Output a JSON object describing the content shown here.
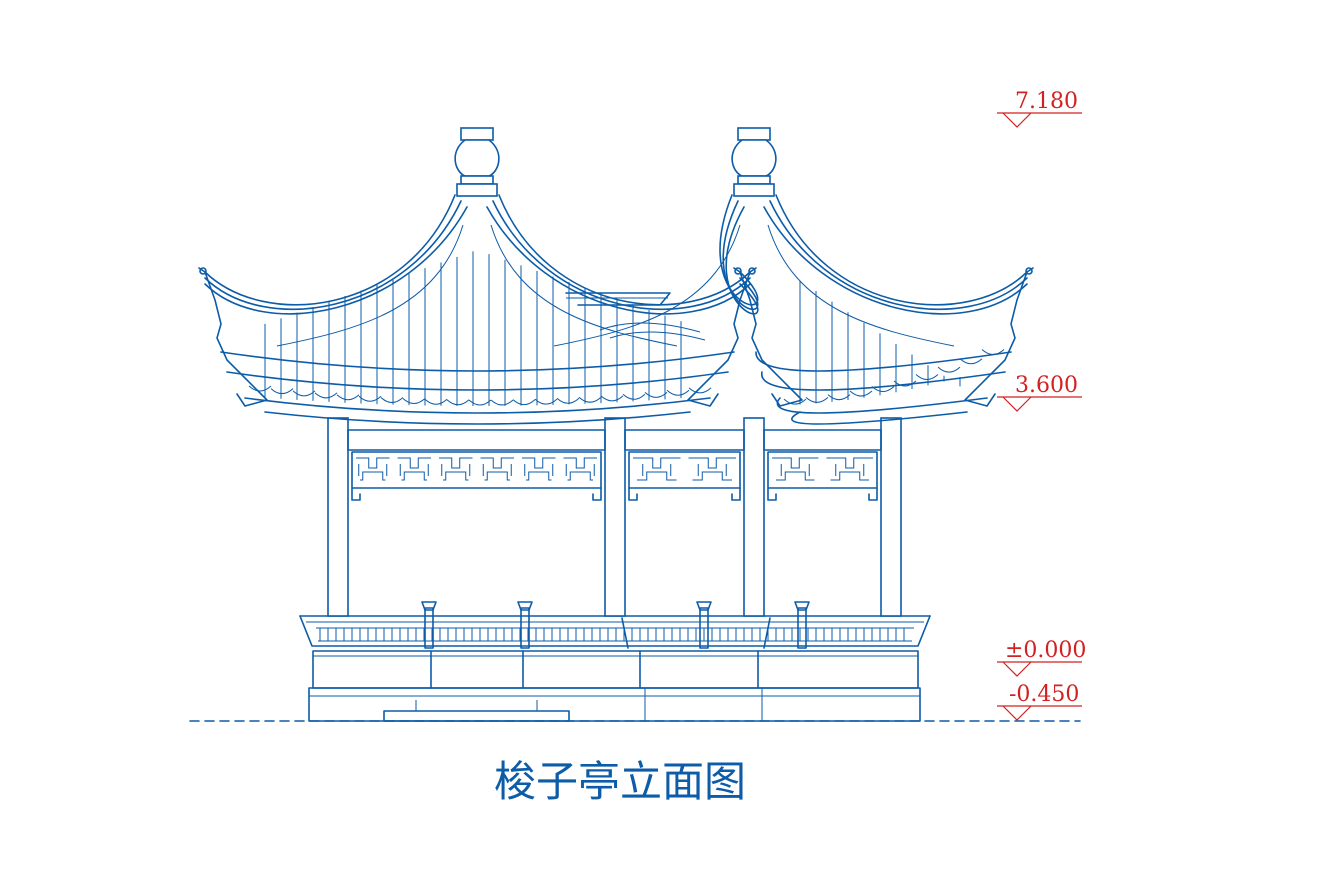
{
  "title": "梭子亭立面图",
  "elevations": [
    {
      "value": 7.18,
      "label": "7.180"
    },
    {
      "value": 3.6,
      "label": "3.600"
    },
    {
      "value": 0.0,
      "label": "±0.000"
    },
    {
      "value": -0.45,
      "label": "-0.450"
    }
  ],
  "colors": {
    "line": "#0d5ca8",
    "annotation": "#d32020",
    "background": "#ffffff"
  }
}
